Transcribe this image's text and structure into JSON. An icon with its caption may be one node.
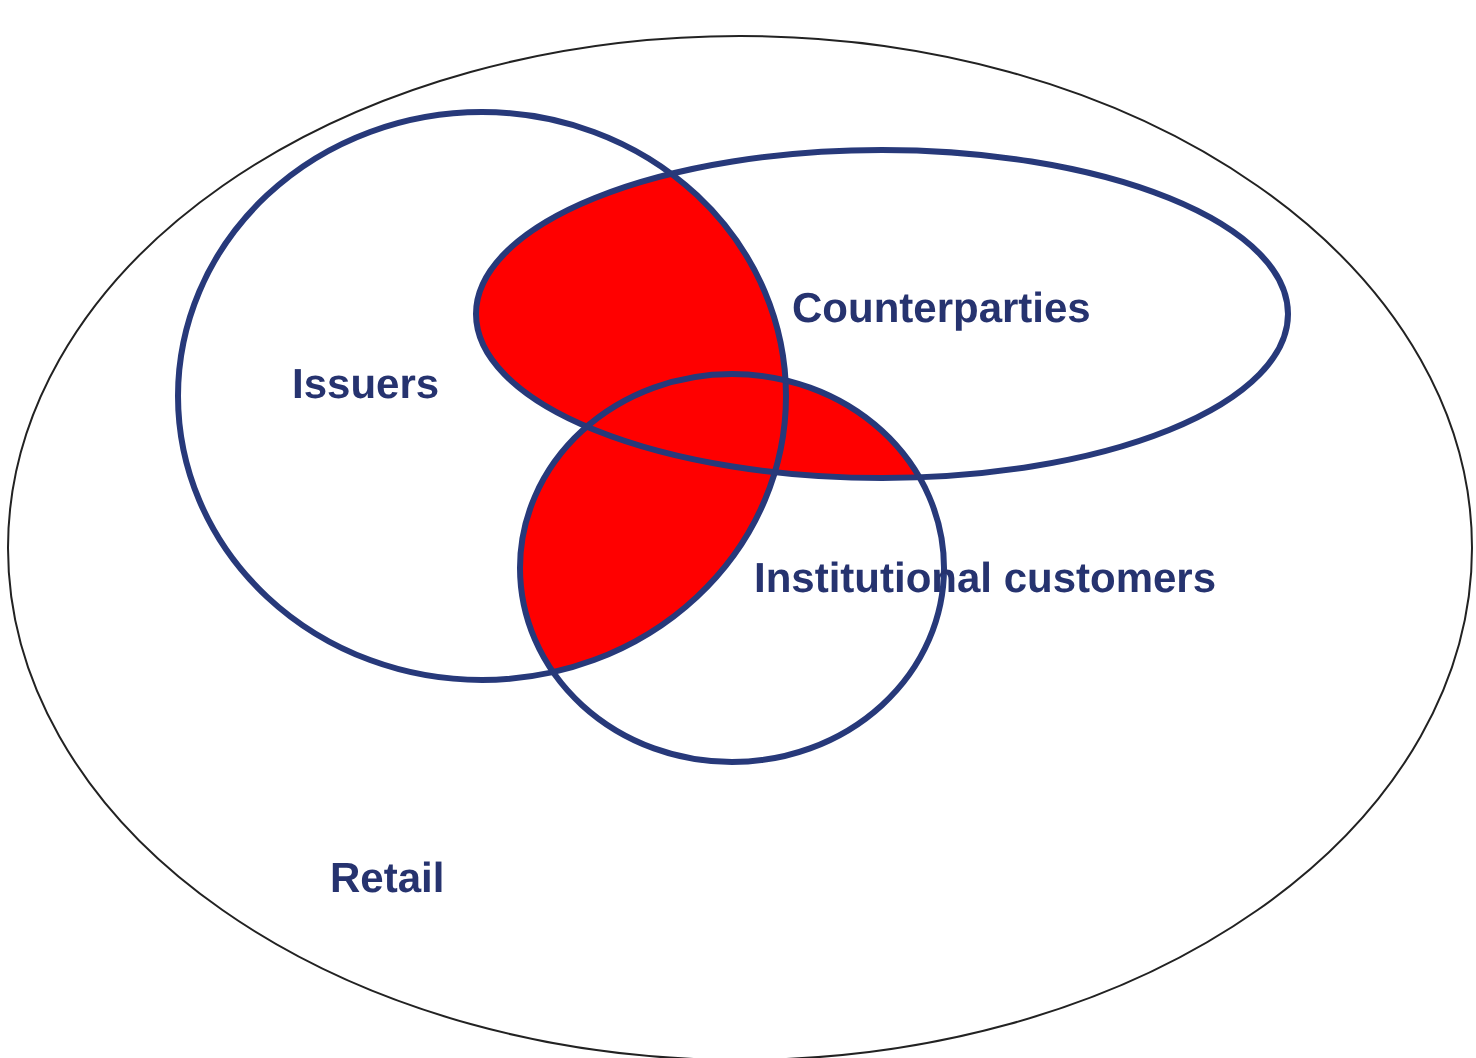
{
  "diagram": {
    "nodes": [
      {
        "text": [
          "Retail"
        ]
      },
      {
        "text": [
          "Issuers"
        ],
        "in": 0
      },
      {
        "text": [
          "Counterparties"
        ],
        "in": 0
      },
      {
        "text": [
          "Institutional customers"
        ],
        "in": 0
      }
    ]
  }
}
